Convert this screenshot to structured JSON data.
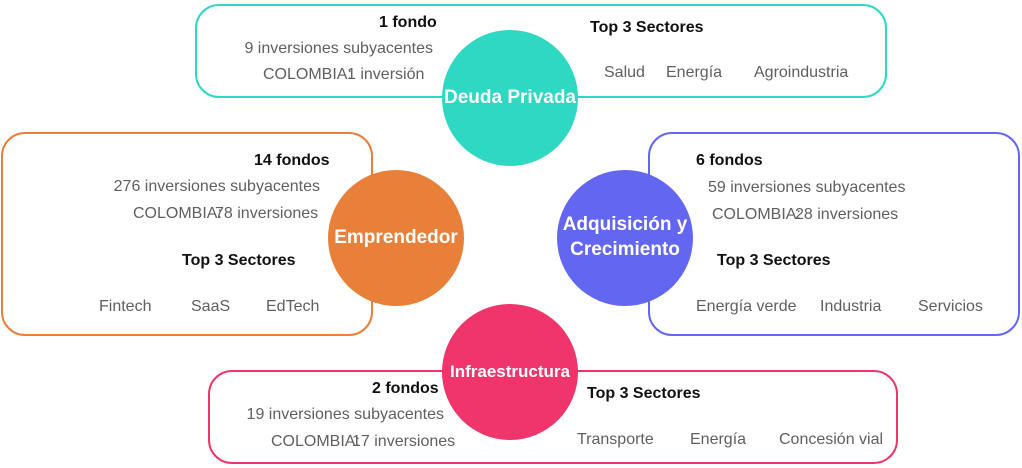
{
  "deuda": {
    "title": "Deuda Privada",
    "funds": "1 fondo",
    "investments": "9 inversiones subyacentes",
    "colombia_label": "COLOMBIA:",
    "colombia_value": "1 inversión",
    "sectors_title": "Top 3 Sectores",
    "sectors": [
      "Salud",
      "Energía",
      "Agroindustria"
    ],
    "color": "#2ed8c3"
  },
  "emprendedor": {
    "title": "Emprendedor",
    "funds": "14 fondos",
    "investments": "276 inversiones subyacentes",
    "colombia_label": "COLOMBIA:",
    "colombia_value": "78 inversiones",
    "sectors_title": "Top 3 Sectores",
    "sectors": [
      "Fintech",
      "SaaS",
      "EdTech"
    ],
    "color": "#e8803a"
  },
  "adquisicion": {
    "title_line1": "Adquisición y",
    "title_line2": "Crecimiento",
    "funds": "6 fondos",
    "investments": "59 inversiones subyacentes",
    "colombia_label": "COLOMBIA:",
    "colombia_value": "28 inversiones",
    "sectors_title": "Top 3 Sectores",
    "sectors": [
      "Energía verde",
      "Industria",
      "Servicios"
    ],
    "color": "#6366f1"
  },
  "infra": {
    "title": "Infraestructura",
    "funds": "2 fondos",
    "investments": "19 inversiones subyacentes",
    "colombia_label": "COLOMBIA:",
    "colombia_value": "17 inversiones",
    "sectors_title": "Top 3 Sectores",
    "sectors": [
      "Transporte",
      "Energía",
      "Concesión vial"
    ],
    "color": "#f0356b"
  }
}
